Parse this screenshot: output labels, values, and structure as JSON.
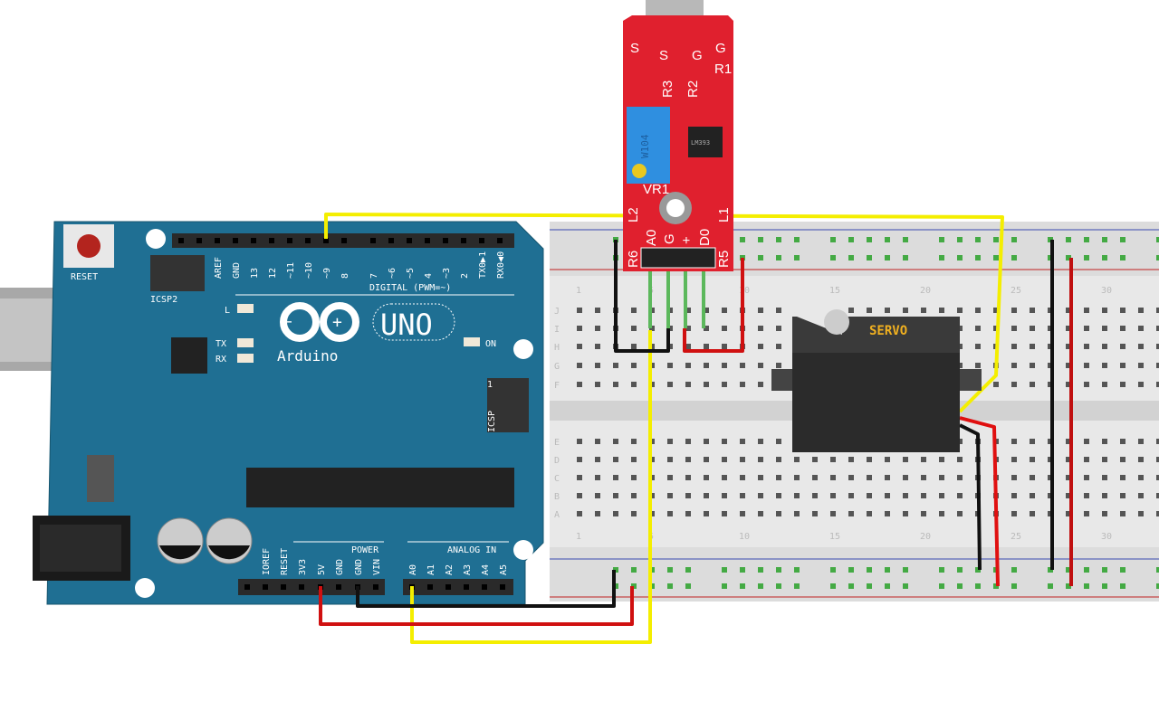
{
  "arduino": {
    "reset_label": "RESET",
    "icsp2_label": "ICSP2",
    "icsp_label": "ICSP",
    "icsp_pin1": "1",
    "digital_label": "DIGITAL (PWM=~)",
    "digital_pins": [
      "AREF",
      "GND",
      "13",
      "12",
      "~11",
      "~10",
      "~9",
      "8",
      "7",
      "~6",
      "~5",
      "4",
      "~3",
      "2",
      "TX0▶1",
      "RX0◀0"
    ],
    "led_l": "L",
    "led_tx": "TX",
    "led_rx": "RX",
    "led_on": "ON",
    "brand": "Arduino",
    "model": "UNO",
    "power_label": "POWER",
    "power_pins": [
      "IOREF",
      "RESET",
      "3V3",
      "5V",
      "GND",
      "GND",
      "VIN"
    ],
    "analog_label": "ANALOG IN",
    "analog_pins": [
      "A0",
      "A1",
      "A2",
      "A3",
      "A4",
      "A5"
    ]
  },
  "sensor": {
    "labels": [
      "S",
      "G",
      "S",
      "G",
      "R1",
      "R3",
      "R2",
      "VR1",
      "L2",
      "L1",
      "R6",
      "R5"
    ],
    "pins": [
      "A0",
      "G",
      "+",
      "D0"
    ],
    "pot_text": "W104",
    "chip_text": "LM393"
  },
  "servo": {
    "label": "SERVO"
  },
  "breadboard": {
    "rows_top": [
      "J",
      "I",
      "H",
      "G",
      "F"
    ],
    "rows_bottom": [
      "E",
      "D",
      "C",
      "B",
      "A"
    ],
    "columns": [
      "1",
      "5",
      "10",
      "15",
      "20",
      "25",
      "30"
    ]
  },
  "colors": {
    "board": "#1f6f93",
    "sensor": "#e0202e",
    "breadboard": "#e6e6e6",
    "wire_yellow": "#f4ee00",
    "wire_red": "#d01010",
    "wire_black": "#111111"
  }
}
